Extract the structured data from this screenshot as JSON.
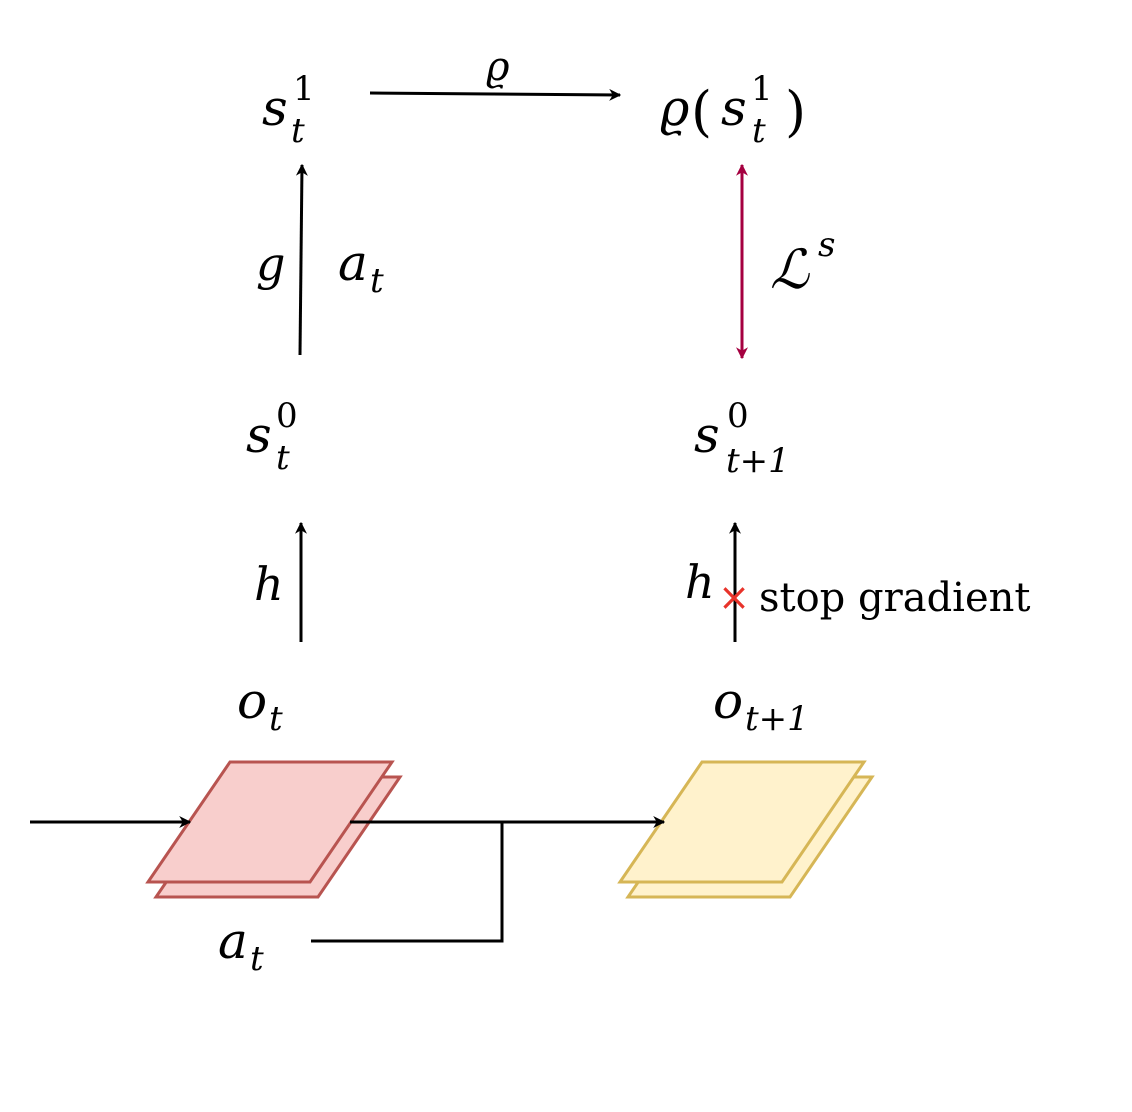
{
  "nodes": {
    "s_t_1": {
      "base": "s",
      "sub": "t",
      "sup": "1"
    },
    "rho_s_t_1": {
      "func": "ϱ",
      "open": "(",
      "base": "s",
      "sub": "t",
      "sup": "1",
      "close": ")"
    },
    "s_t_0": {
      "base": "s",
      "sub": "t",
      "sup": "0"
    },
    "s_t1_0": {
      "base": "s",
      "sub": "t+1",
      "sup": "0"
    },
    "o_t": {
      "base": "o",
      "sub": "t"
    },
    "o_t1": {
      "base": "o",
      "sub": "t+1"
    },
    "a_t_side": {
      "base": "a",
      "sub": "t"
    },
    "a_t_bottom": {
      "base": "a",
      "sub": "t"
    }
  },
  "edge_labels": {
    "rho": "ϱ",
    "g": "g",
    "h_left": "h",
    "h_right": "h",
    "loss": {
      "base": "ℒ",
      "sup": "s"
    },
    "stop_gradient": "stop gradient",
    "stop_mark": "×"
  },
  "colors": {
    "black": "#000000",
    "loss_arrow": "#a50040",
    "stop_mark": "#e8332a",
    "frame_red_fill": "#f8cecc",
    "frame_red_stroke": "#b85450",
    "frame_yellow_fill": "#fff2cc",
    "frame_yellow_stroke": "#d6b656"
  }
}
